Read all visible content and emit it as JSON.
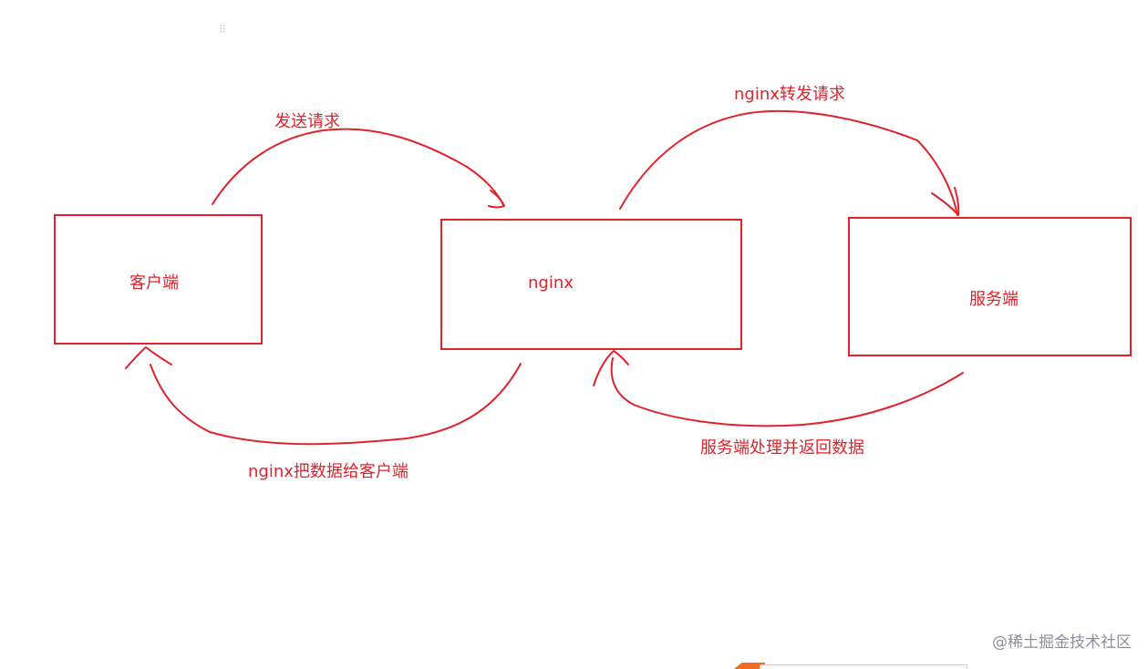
{
  "nodes": {
    "client": {
      "label": "客户端"
    },
    "nginx": {
      "label": "nginx"
    },
    "server": {
      "label": "服务端"
    }
  },
  "edges": {
    "client_to_nginx": {
      "label": "发送请求"
    },
    "nginx_to_server": {
      "label": "nginx转发请求"
    },
    "server_to_nginx": {
      "label": "服务端处理并返回数据"
    },
    "nginx_to_client": {
      "label": "nginx把数据给客户端"
    }
  },
  "watermark": "@稀土掘金技术社区",
  "colors": {
    "stroke": "#e0232b",
    "watermark": "#8a8f99"
  }
}
